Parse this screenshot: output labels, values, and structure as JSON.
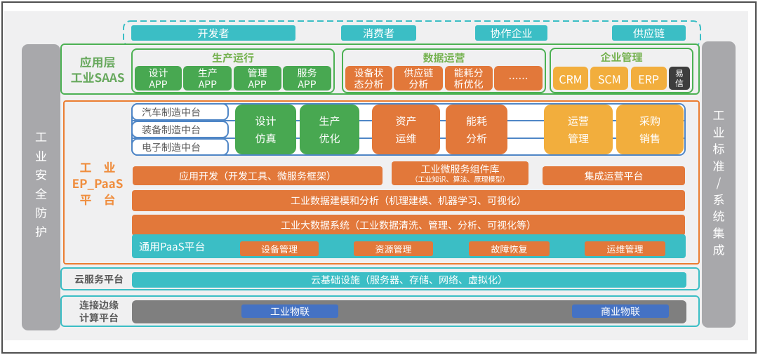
{
  "actors": {
    "items": [
      {
        "label": "开发者"
      },
      {
        "label": "消费者"
      },
      {
        "label": "协作企业"
      },
      {
        "label": "供应链"
      }
    ]
  },
  "left_sidebar": {
    "label": "工业安全防护"
  },
  "right_sidebar": {
    "label": "工业标准/系统集成"
  },
  "saas": {
    "label_line1": "应用层",
    "label_line2": "工业SAAS",
    "production_group": {
      "title": "生产运行",
      "items": [
        {
          "line1": "设计",
          "line2": "APP"
        },
        {
          "line1": "生产",
          "line2": "APP"
        },
        {
          "line1": "管理",
          "line2": "APP"
        },
        {
          "line1": "服务",
          "line2": "APP"
        }
      ]
    },
    "data_group": {
      "title": "数据运营",
      "items": [
        {
          "line1": "设备状",
          "line2": "态分析"
        },
        {
          "line1": "供应链",
          "line2": "分析"
        },
        {
          "line1": "能耗分",
          "line2": "析优化"
        },
        {
          "line1": "……",
          "line2": ""
        }
      ]
    },
    "enterprise_group": {
      "title": "企业管理",
      "items": [
        {
          "label": "CRM"
        },
        {
          "label": "SCM"
        },
        {
          "label": "ERP"
        }
      ],
      "dark_item": {
        "line1": "易",
        "line2": "信"
      }
    }
  },
  "paas": {
    "label_line1": "工　业",
    "label_line2": "EP_PaaS",
    "label_line3": "平　台",
    "lanes": [
      {
        "label": "汽车制造中台"
      },
      {
        "label": "装备制造中台"
      },
      {
        "label": "电子制造中台"
      }
    ],
    "bus_boxes": [
      {
        "line1": "设计",
        "line2": "仿真"
      },
      {
        "line1": "生产",
        "line2": "优化"
      },
      {
        "line1": "资产",
        "line2": "运维"
      },
      {
        "line1": "能耗",
        "line2": "分析"
      },
      {
        "line1": "运营",
        "line2": "管理"
      },
      {
        "line1": "采购",
        "line2": "销售"
      }
    ],
    "app_dev_bar": "应用开发（开发工具、微服务框架）",
    "microservice_bar_line1": "工业微服务组件库",
    "microservice_bar_line2": "（工业知识、算法、原理模型）",
    "integration_bar": "集成运营平台",
    "modeling_bar": "工业数据建模和分析（机理建模、机器学习、可视化）",
    "bigdata_bar": "工业大数据系统（工业数据清洗、管理、分析、可视化等）",
    "general_paas": {
      "label": "通用PaaS平台",
      "items": [
        {
          "label": "设备管理"
        },
        {
          "label": "资源管理"
        },
        {
          "label": "故障恢复"
        },
        {
          "label": "运维管理"
        }
      ]
    }
  },
  "cloud": {
    "label": "云服务平台",
    "bar": "云基础设施（服务器、存储、网络、虚拟化）"
  },
  "edge": {
    "label_line1": "连接边缘",
    "label_line2": "计算平台",
    "items": [
      {
        "label": "工业物联"
      },
      {
        "label": "商业物联"
      }
    ]
  }
}
